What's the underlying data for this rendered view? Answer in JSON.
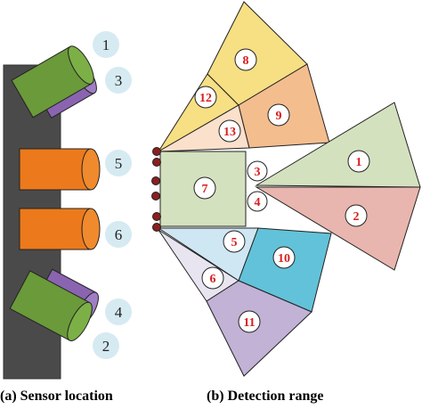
{
  "captions": {
    "a": "(a) Sensor location",
    "b": "(b) Detection range"
  },
  "sensor_labels": [
    "1",
    "3",
    "5",
    "6",
    "4",
    "2"
  ],
  "zone_labels": [
    "8",
    "12",
    "9",
    "13",
    "1",
    "7",
    "3",
    "4",
    "2",
    "5",
    "10",
    "6",
    "11"
  ],
  "colors": {
    "board": "#4a4a4a",
    "green_sensor": "#6a9a3a",
    "purple_sensor": "#8a64b0",
    "orange_sensor": "#ec7a1c",
    "label_circle": "#d6eaf2",
    "zone_label_text": "#d81e1e",
    "zone_yellow": "#f7df84",
    "zone_orange": "#f4bd8e",
    "zone_peach": "#fbe0cc",
    "zone_green": "#d4e1bf",
    "zone_red": "#e8b6ae",
    "zone_blue": "#62c2d9",
    "zone_lightblue": "#cfe6f3",
    "zone_lavender": "#e8e5f0",
    "zone_purple": "#c1b2d6",
    "dot": "#8b1f1f"
  }
}
